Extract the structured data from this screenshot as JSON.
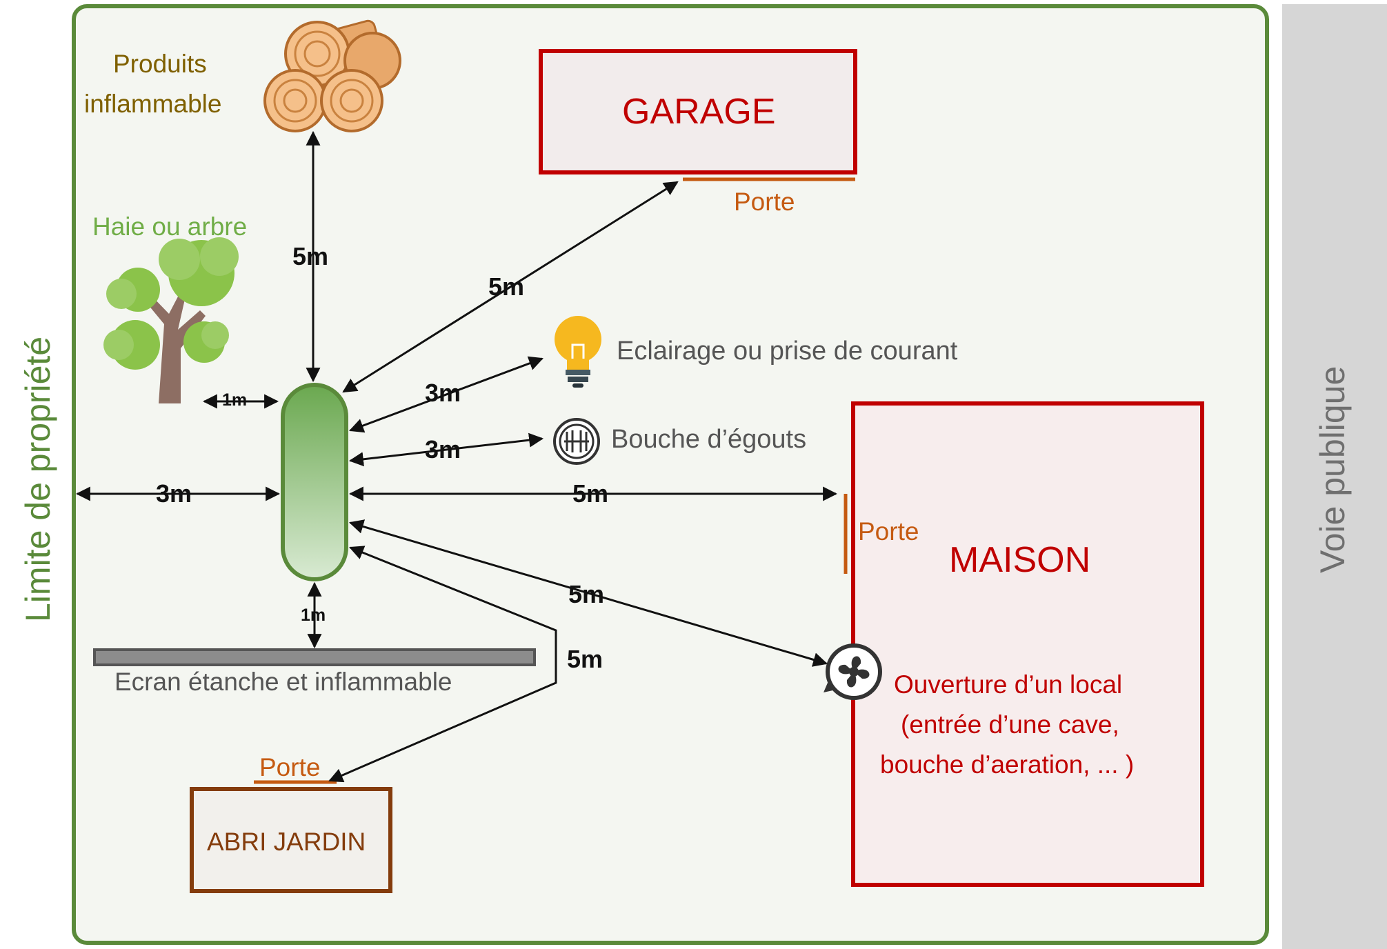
{
  "labels": {
    "property_limit": "Limite de propriété",
    "public_road": "Voie publique",
    "flammable_line1": "Produits",
    "flammable_line2": "inflammable",
    "hedge": "Haie ou arbre",
    "garage": "GARAGE",
    "garage_door": "Porte",
    "lighting": "Eclairage ou prise de courant",
    "sewer": "Bouche d’égouts",
    "house": "MAISON",
    "house_door": "Porte",
    "opening_line1": "Ouverture d’un local",
    "opening_line2": "(entrée d’une cave,",
    "opening_line3": "bouche d’aeration, ... )",
    "screen": "Ecran étanche et inflammable",
    "shed": "ABRI JARDIN",
    "shed_door": "Porte"
  },
  "distances": {
    "to_flammable": "5m",
    "to_garage": "5m",
    "to_lighting": "3m",
    "to_sewer": "3m",
    "to_property_limit": "3m",
    "to_house_door": "5m",
    "to_opening": "5m",
    "to_shed": "5m",
    "to_hedge": "1m",
    "to_screen": "1m"
  },
  "icons": [
    "logs-icon",
    "tree-icon",
    "lightbulb-icon",
    "manhole-icon",
    "fan-icon",
    "tank-icon"
  ],
  "colors": {
    "property_border": "#5a8a3a",
    "building_border": "#c00000",
    "door": "#c55a11",
    "shed_border": "#843c0c",
    "hedge_text": "#70ad47",
    "flammable_text": "#7f6000"
  }
}
